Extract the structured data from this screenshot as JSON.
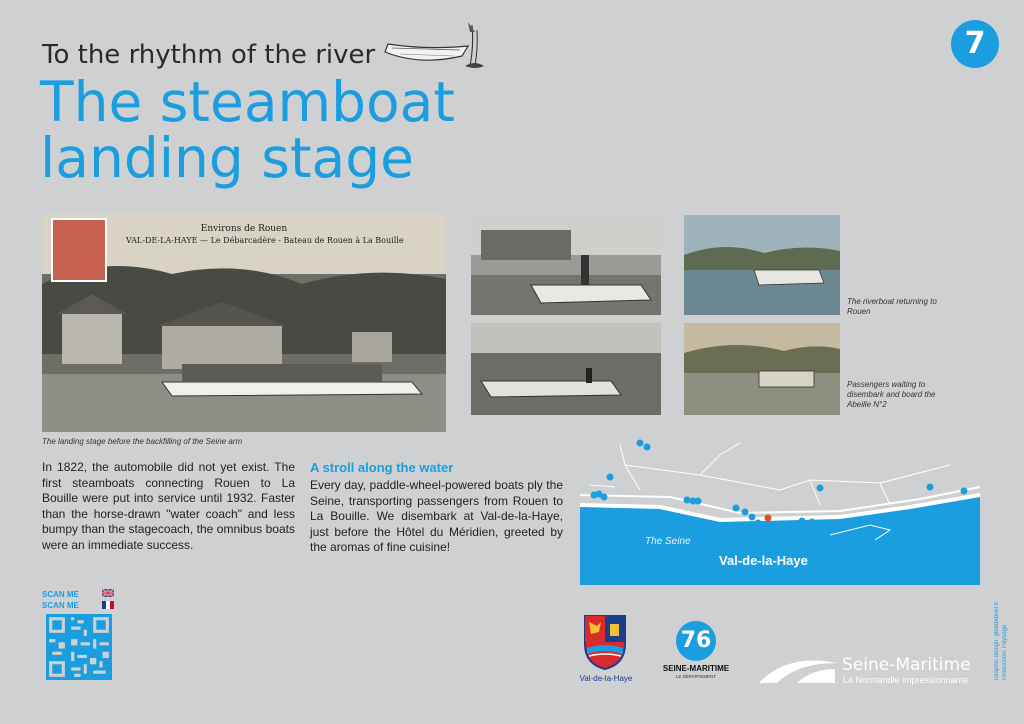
{
  "header": {
    "subtitle": "To the rhythm of the river",
    "title_line1": "The steamboat",
    "title_line2": "landing stage",
    "number": "7"
  },
  "photos": {
    "main_postcard_line1": "Environs de Rouen",
    "main_postcard_line2": "VAL-DE-LA-HAYE — Le Débarcadère - Bateau de Rouen à La Bouille",
    "main_caption": "The landing stage before the backfilling of the Seine arm",
    "right_top_caption": "The riverboat returning to Rouen",
    "right_bottom_caption": "Passengers waiting to disembark and board the Abeille N°2"
  },
  "intro": {
    "text": "In 1822, the automobile did not yet exist. The first steamboats connecting Rouen to La Bouille were put into service until 1932. Faster than the horse-drawn \"water coach\" and less bumpy than the stagecoach, the omnibus boats were an immediate success."
  },
  "stroll": {
    "heading": "A stroll along the water",
    "text": "Every day, paddle-wheel-powered boats ply the Seine, transporting passengers from Rouen to La Bouille. We disembark at Val-de-la-Haye, just before the Hôtel du Méridien, greeted by the aromas of fine cuisine!"
  },
  "map": {
    "river_label": "The Seine",
    "town_label": "Val-de-la-Haye",
    "colors": {
      "river": "#1a9ee0",
      "road": "#ffffff",
      "marker": "#1a9ee0",
      "current": "#e0502a"
    }
  },
  "scan": {
    "label": "SCAN ME SCAN ME"
  },
  "logos": {
    "town_name": "Val-de-la-Haye",
    "dept_number": "76",
    "dept_name": "SEINE-MARITIME",
    "dept_sub": "LE DÉPARTEMENT",
    "brand_name": "Seine-Maritime",
    "brand_tagline": "La Normandie impressionnante"
  },
  "credits": {
    "line1": "Graphic design: globdebreil.fr",
    "line2": "Production: Paysage"
  },
  "colors": {
    "accent": "#1a9ee0",
    "background": "#cfd0d2"
  }
}
